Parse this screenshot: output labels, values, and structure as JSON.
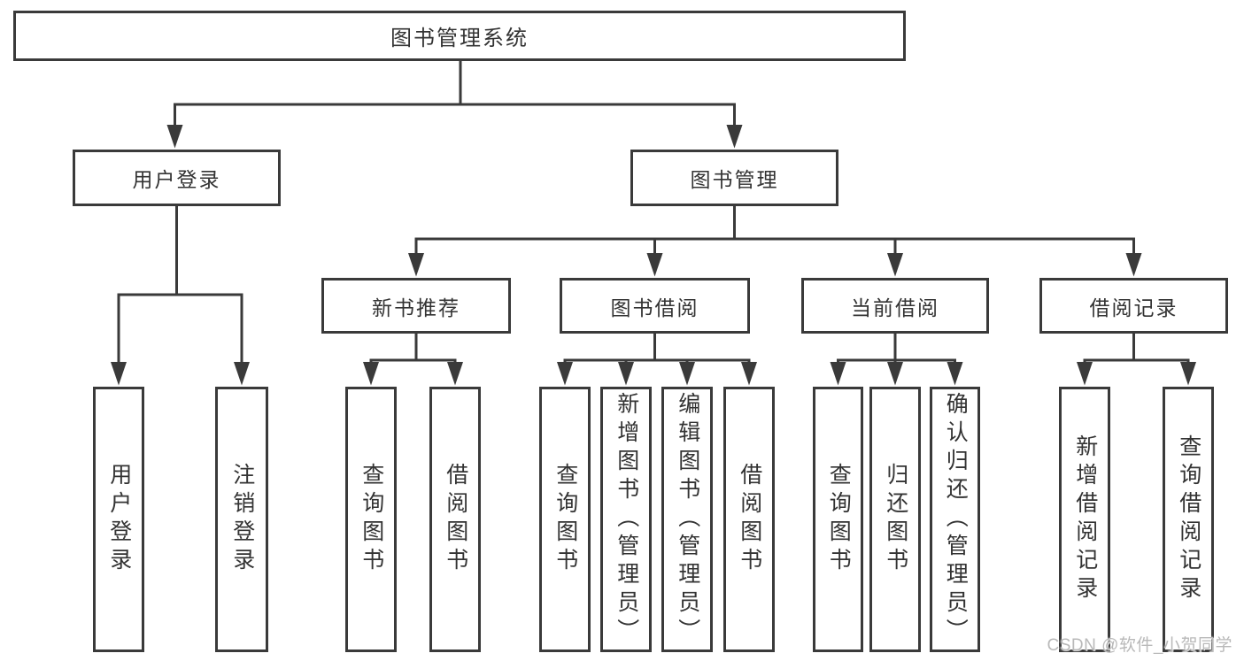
{
  "colors": {
    "background": "#ffffff",
    "line": "#3a3a3a",
    "box_border": "#3a3a3a",
    "text": "#333333",
    "watermark": "#b9b9b9"
  },
  "tree": {
    "label": "图书管理系统",
    "children": [
      {
        "label": "用户登录",
        "children": [
          {
            "label": "用户登录"
          },
          {
            "label": "注销登录"
          }
        ]
      },
      {
        "label": "图书管理",
        "children": [
          {
            "label": "新书推荐",
            "children": [
              {
                "label": "查询图书"
              },
              {
                "label": "借阅图书"
              }
            ]
          },
          {
            "label": "图书借阅",
            "children": [
              {
                "label": "查询图书"
              },
              {
                "label": "新增图书（管理员）"
              },
              {
                "label": "编辑图书（管理员）"
              },
              {
                "label": "借阅图书"
              }
            ]
          },
          {
            "label": "当前借阅",
            "children": [
              {
                "label": "查询图书"
              },
              {
                "label": "归还图书"
              },
              {
                "label": "确认归还（管理员）"
              }
            ]
          },
          {
            "label": "借阅记录",
            "children": [
              {
                "label": "新增借阅记录"
              },
              {
                "label": "查询借阅记录"
              }
            ]
          }
        ]
      }
    ]
  },
  "watermark": {
    "text": "CSDN @软件_小贺同学"
  }
}
